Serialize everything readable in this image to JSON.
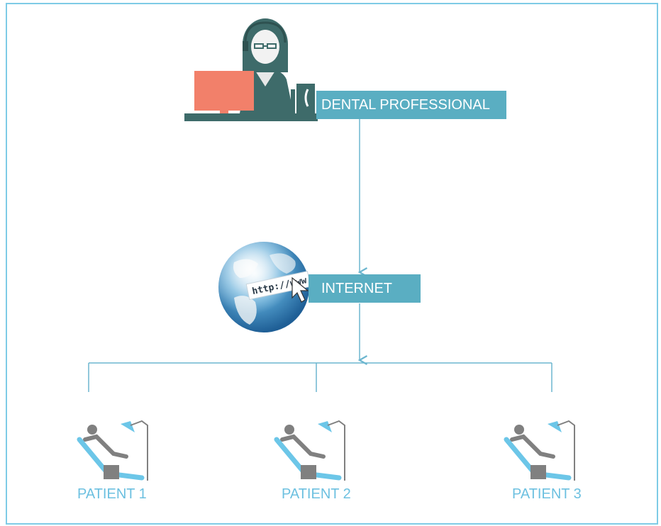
{
  "colors": {
    "frame": "#7ecbe6",
    "connector": "#6cb6cf",
    "label_bg": "#5aaec2",
    "patient_text": "#6cc0e0",
    "monitor": "#f2806a",
    "dark_teal": "#3e6b6a",
    "chair_blue": "#6cc6e8",
    "chair_grey": "#808080"
  },
  "nodes": {
    "professional": {
      "label": "DENTAL PROFESSIONAL",
      "icon": "dentist-at-computer-icon"
    },
    "internet": {
      "label": "INTERNET",
      "icon": "globe-http-icon",
      "url_text": "http://www."
    },
    "patients": [
      {
        "label": "PATIENT 1",
        "icon": "dental-chair-icon"
      },
      {
        "label": "PATIENT 2",
        "icon": "dental-chair-icon"
      },
      {
        "label": "PATIENT 3",
        "icon": "dental-chair-icon"
      }
    ]
  }
}
